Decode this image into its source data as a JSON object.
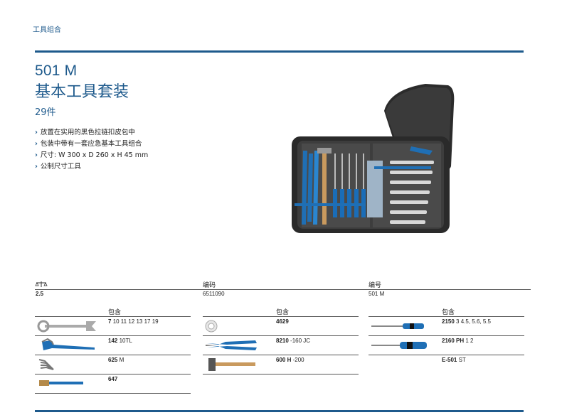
{
  "header": {
    "category": "工具组合",
    "model": "501 M",
    "title": "基本工具套装",
    "count": "29件"
  },
  "features": [
    "放置在实用的黑色拉链扣皮包中",
    "包装中带有一套应急基本工具组合",
    "尺寸: W 300 x D 260 x H 45 mm",
    "公制尺寸工具"
  ],
  "spec": {
    "weight_icon": "scale-icon",
    "weight_value": "2.5",
    "code_label": "编码",
    "code_value": "6511090",
    "number_label": "编号",
    "number_value": "501 M"
  },
  "contents_label": "包含",
  "columns": [
    {
      "items": [
        {
          "icon": "combination-wrench",
          "code": "7",
          "detail": "10 11 12 13 17 19"
        },
        {
          "icon": "water-pump-pliers",
          "code": "142",
          "detail": "10TL"
        },
        {
          "icon": "hex-key-set",
          "code": "625",
          "detail": "M"
        },
        {
          "icon": "wire-brush",
          "code": "647",
          "detail": ""
        }
      ]
    },
    {
      "items": [
        {
          "icon": "tape-roll",
          "code": "4629",
          "detail": ""
        },
        {
          "icon": "combination-pliers",
          "code": "8210",
          "detail": "-160 JC"
        },
        {
          "icon": "hammer",
          "code": "600 H",
          "detail": "-200"
        }
      ]
    },
    {
      "items": [
        {
          "icon": "slotted-screwdriver",
          "code": "2150",
          "detail": "3 4.5, 5.6, 5.5"
        },
        {
          "icon": "phillips-screwdriver",
          "code": "2160 PH",
          "detail": "1 2"
        },
        {
          "icon": "",
          "code": "E-501",
          "detail": "ST"
        }
      ]
    }
  ]
}
